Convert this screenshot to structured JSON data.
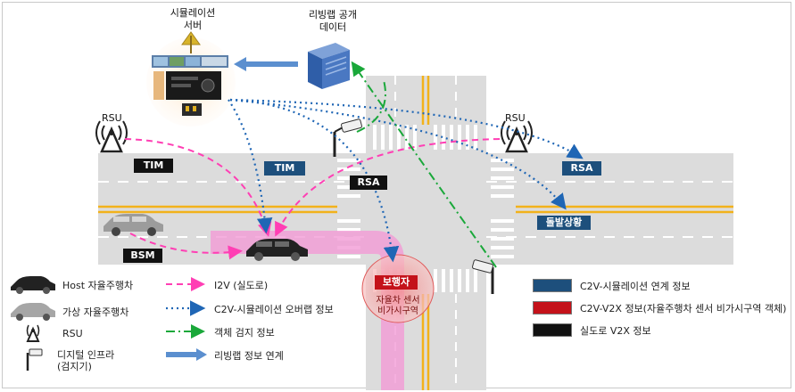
{
  "server": {
    "label_line1": "시뮬레이션",
    "label_line2": "서버"
  },
  "public_data": {
    "label_line1": "리빙랩 공개",
    "label_line2": "데이터"
  },
  "rsu_left": {
    "label": "RSU"
  },
  "rsu_right": {
    "label": "RSU"
  },
  "road_tags": {
    "tim_black": "TIM",
    "tim_blue": "TIM",
    "rsa_black": "RSA",
    "rsa_blue": "RSA",
    "bsm_black": "BSM",
    "incident_blue": "돌발상황",
    "pedestrian_red": "보행자"
  },
  "blind_zone": {
    "line1": "자율차 센서",
    "line2": "비가시구역"
  },
  "legend": {
    "host_vehicle": "Host 자율주행차",
    "virtual_vehicle": "가상 자율주행차",
    "rsu": "RSU",
    "digital_infra_line1": "디지털 인프라",
    "digital_infra_line2": "(검지기)",
    "i2v": "I2V (실도로)",
    "c2v_overlap": "C2V-시뮬레이션 오버랩 정보",
    "object_detect": "객체 검지 정보",
    "livinglab_link": "리빙랩 정보 연계",
    "c2v_sim": "C2V-시뮬레이션 연계 정보",
    "c2v_v2x": "C2V-V2X 정보(자율주행차 센서 비가시구역 객체)",
    "real_v2x": "실도로 V2X 정보"
  },
  "colors": {
    "road": "#dcdcdc",
    "center_line": "#f2b21b",
    "tag_black": "#111111",
    "tag_blue": "#1d4f7c",
    "tag_red": "#c4121a",
    "pink_arrow": "#ff3fb4",
    "blue_dotted": "#1f66b5",
    "green_dashdot": "#1aa83a",
    "pink_path": "#f29bd6"
  }
}
